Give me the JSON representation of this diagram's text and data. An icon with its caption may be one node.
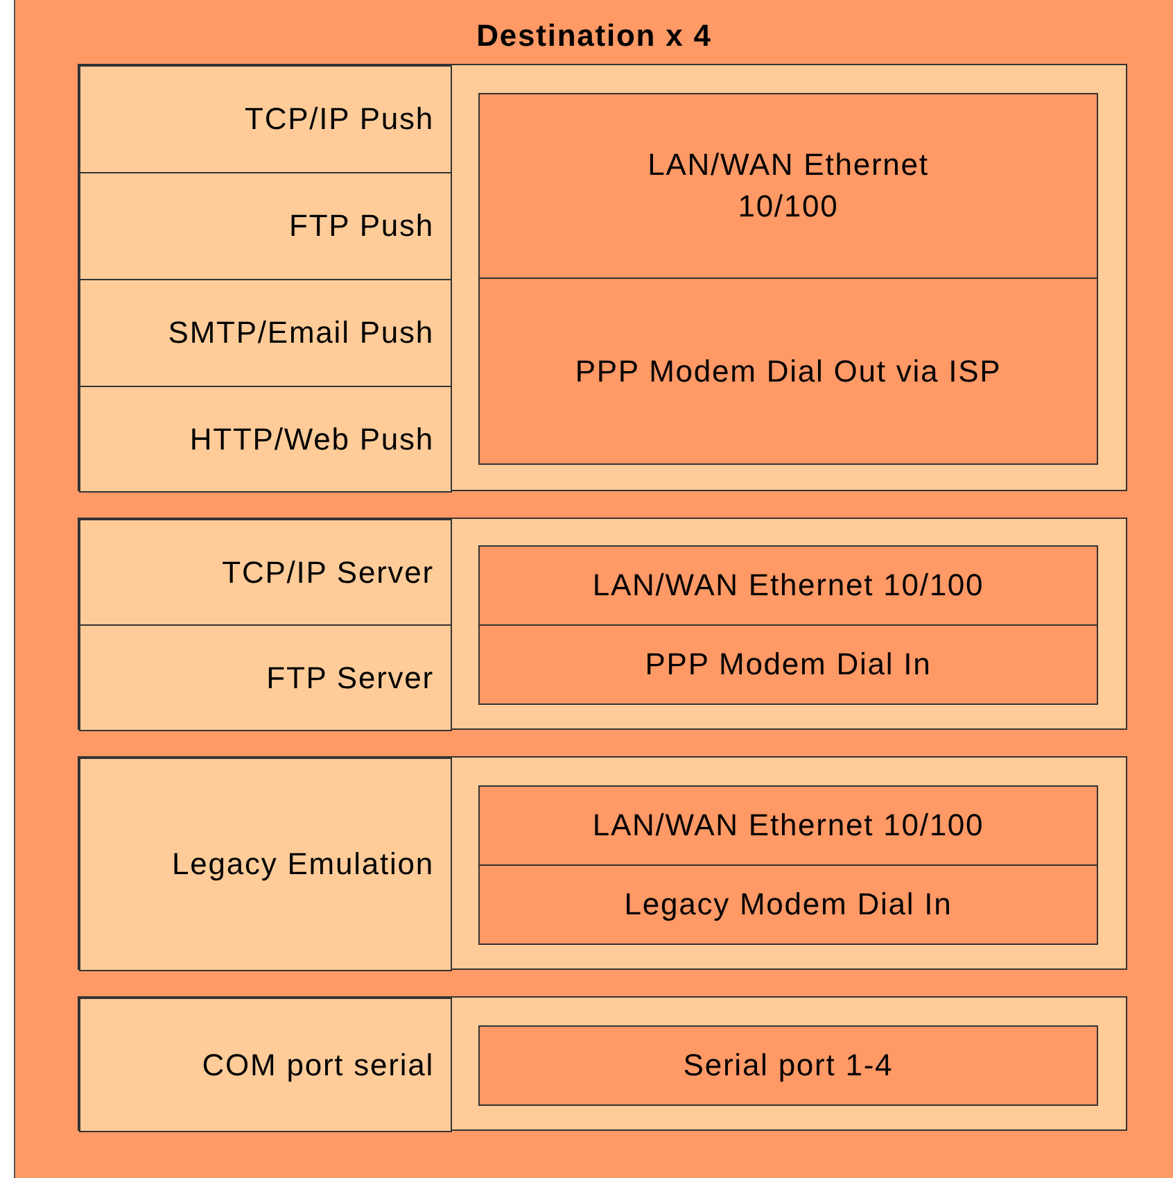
{
  "diagram": {
    "nodes": [
      {
        "text": [
          "Destination x 4"
        ]
      },
      {
        "text": [],
        "shape": "box",
        "in": 0
      },
      {
        "text": [
          "TCP/IP Push"
        ],
        "in": 1
      },
      {
        "text": [
          "FTP Push"
        ],
        "in": 1
      },
      {
        "text": [
          "SMTP/Email Push"
        ],
        "in": 1
      },
      {
        "text": [
          "HTTP/Web Push"
        ],
        "in": 1
      },
      {
        "text": [
          "LAN/WAN Ethernet 10/100"
        ],
        "in": 1
      },
      {
        "text": [
          "PPP Modem Dial Out via ISP"
        ],
        "in": 1
      },
      {
        "text": [],
        "shape": "box",
        "in": 0
      },
      {
        "text": [
          "TCP/IP Server"
        ],
        "in": 8
      },
      {
        "text": [
          "FTP Server"
        ],
        "in": 8
      },
      {
        "text": [
          "LAN/WAN Ethernet 10/100"
        ],
        "in": 8
      },
      {
        "text": [
          "PPP Modem Dial In"
        ],
        "in": 8
      },
      {
        "text": [],
        "shape": "box",
        "in": 0
      },
      {
        "text": [
          "Legacy Emulation"
        ],
        "in": 13
      },
      {
        "text": [
          "LAN/WAN Ethernet 10/100"
        ],
        "in": 13
      },
      {
        "text": [
          "Legacy Modem Dial In"
        ],
        "in": 13
      },
      {
        "text": [],
        "shape": "box",
        "in": 0
      },
      {
        "text": [
          "COM port serial"
        ],
        "in": 17
      },
      {
        "text": [
          "Serial port 1-4"
        ],
        "in": 17
      }
    ]
  }
}
